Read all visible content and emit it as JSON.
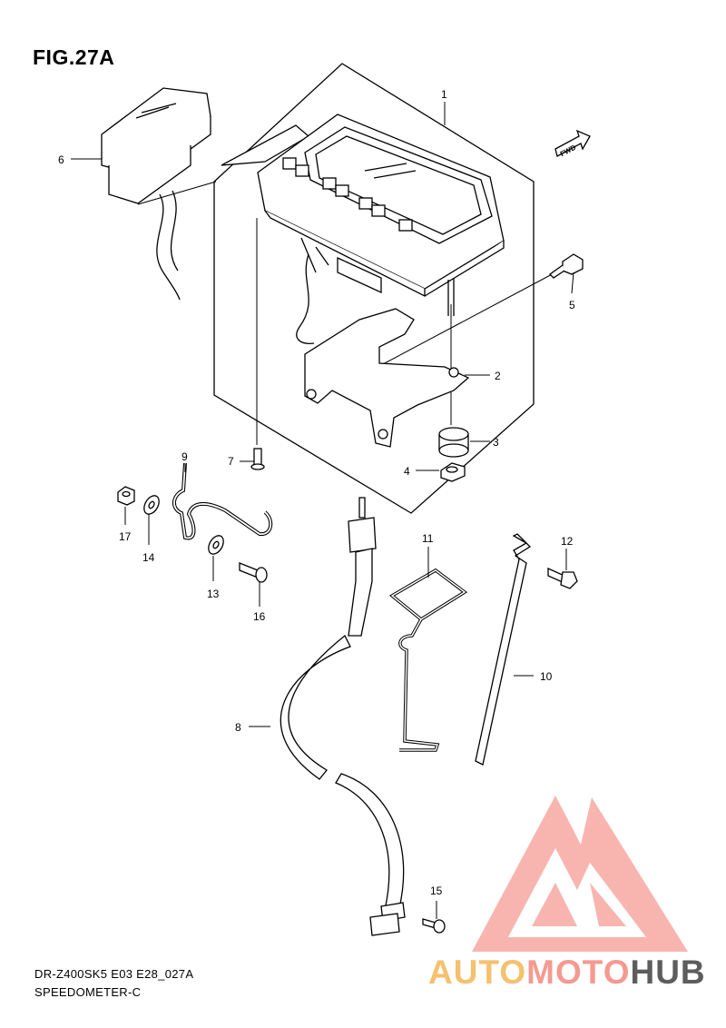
{
  "figure": {
    "title": "FIG.27A",
    "model_code": "DR-Z400SK5 E03 E28_027A",
    "section": "SPEEDOMETER-C",
    "fwd_label": "FWD"
  },
  "callouts": [
    "1",
    "2",
    "3",
    "4",
    "5",
    "6",
    "7",
    "8",
    "9",
    "10",
    "11",
    "12",
    "13",
    "14",
    "15",
    "16",
    "17"
  ],
  "watermark": {
    "part1": "AUTO",
    "part2": "MOTO",
    "part3": "HUB",
    "colors": {
      "auto": "#f6c06e",
      "moto": "#f59a90",
      "hub": "#5d5d5d",
      "triangle": "#f49d96"
    }
  }
}
